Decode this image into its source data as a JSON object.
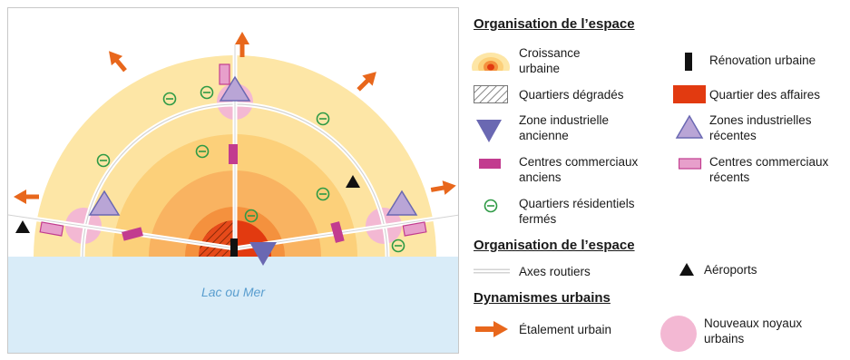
{
  "diagram": {
    "water_label": "Lac ou Mer"
  },
  "legend": {
    "section_space_1": "Organisation de l’espace",
    "section_space_2": "Organisation de l’espace",
    "section_dynamics": "Dynamismes urbains",
    "items": {
      "croissance": [
        "Croissance",
        "urbaine"
      ],
      "renovation": "Rénovation urbaine",
      "degrades": "Quartiers dégradés",
      "affaires": "Quartier des affaires",
      "zi_ancienne": [
        "Zone industrielle",
        "ancienne"
      ],
      "zi_recentes": [
        "Zones industrielles",
        "récentes"
      ],
      "cc_anciens": [
        "Centres commerciaux",
        "anciens"
      ],
      "cc_recents": [
        "Centres commerciaux",
        "récents"
      ],
      "residentiels": [
        "Quartiers résidentiels",
        "fermés"
      ],
      "axes": "Axes routiers",
      "aeroports": "Aéroports",
      "etalement": "Étalement urbain",
      "noyaux": [
        "Nouveaux noyaux",
        "urbains"
      ]
    }
  },
  "colors": {
    "outer_ring": "#fde6a6",
    "ring_2": "#fcd07a",
    "ring_3": "#f9b361",
    "ring_4": "#f4913e",
    "core": "#e23a10",
    "water": "#d9ecf8",
    "water_text": "#5a9ecf",
    "arrow": "#e8671c",
    "commercial": "#c23c8f",
    "commercial_recent": "#e79fcb",
    "industrial_old": "#6a68b2",
    "industrial_new": "#b9a5d6",
    "residential": "#2e9a45",
    "nucleus": "#f3b8d3"
  }
}
